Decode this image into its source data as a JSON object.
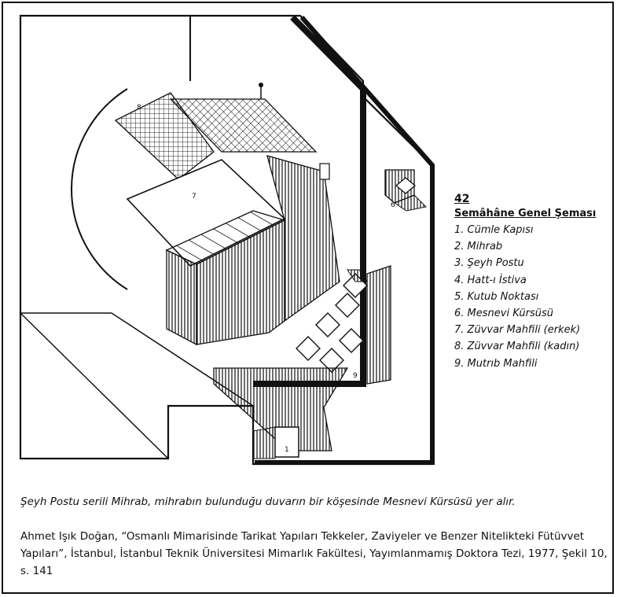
{
  "figure": {
    "number": "42",
    "title": "Semâhâne Genel Şeması",
    "legend_items": [
      "1. Cümle Kapısı",
      "2. Mihrab",
      "3. Şeyh Postu",
      "4. Hatt-ı İstiva",
      "5. Kutub Noktası",
      "6. Mesnevi Kürsüsü",
      "7. Züvvar Mahfili (erkek)",
      "8. Züvvar Mahfili (kadın)",
      "9. Mutrıb Mahfili"
    ],
    "plan_labels": {
      "l1": "1",
      "l6": "6",
      "l7": "7",
      "l8": "8",
      "l9": "9"
    }
  },
  "caption": "Şeyh Postu serili Mihrab, mihrabın bulunduğu duvarın bir köşesinde Mesnevi  Kürsüsü yer alır.",
  "reference": "Ahmet Işık Doğan,  “Osmanlı Mimarisinde Tarikat Yapıları Tekkeler, Zaviyeler ve Benzer Nitelikteki Fütüvvet Yapıları”, İstanbul, İstanbul Teknik Üniversitesi Mimarlık Fakültesi, Yayımlanmamış Doktora Tezi, 1977, Şekil 10, s. 141"
}
